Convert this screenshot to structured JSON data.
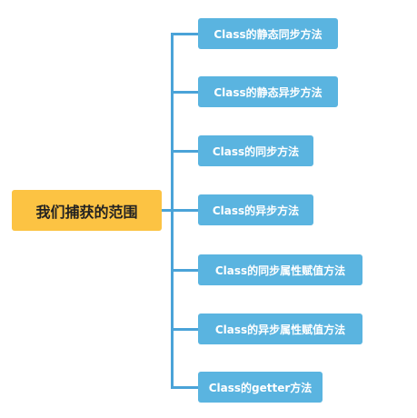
{
  "root": {
    "label": "我们捕获的范围"
  },
  "children": [
    {
      "label": "Class的静态同步方法"
    },
    {
      "label": "Class的静态异步方法"
    },
    {
      "label": "Class的同步方法"
    },
    {
      "label": "Class的异步方法"
    },
    {
      "label": "Class的同步属性赋值方法"
    },
    {
      "label": "Class的异步属性赋值方法"
    },
    {
      "label": "Class的getter方法"
    }
  ],
  "colors": {
    "root_fill": "#fcc343",
    "child_fill": "#5ab4e0",
    "connector": "#4aa3d8"
  }
}
